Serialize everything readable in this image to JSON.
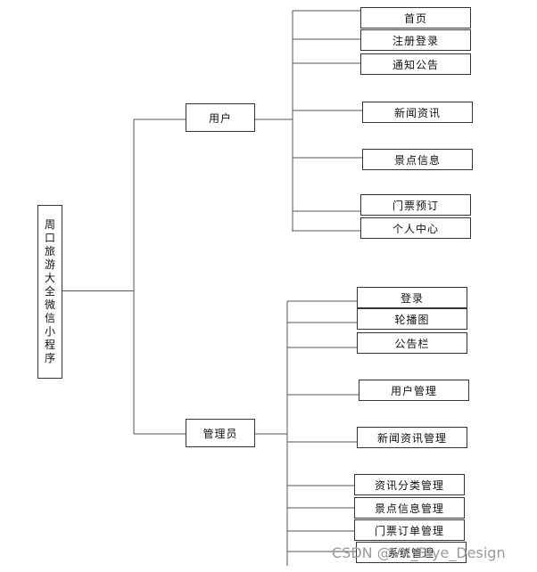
{
  "root": {
    "label": "周口旅游大全微信小程序"
  },
  "groups": [
    {
      "id": "user",
      "label": "用户",
      "children": [
        "首页",
        "注册登录",
        "通知公告",
        "新闻资讯",
        "景点信息",
        "门票预订",
        "个人中心"
      ]
    },
    {
      "id": "admin",
      "label": "管理员",
      "children": [
        "登录",
        "轮播图",
        "公告栏",
        "用户管理",
        "新闻资讯管理",
        "资讯分类管理",
        "景点信息管理",
        "门票订单管理",
        "系统管理"
      ]
    }
  ],
  "watermark": "CSDN @VX_Biye_Design"
}
